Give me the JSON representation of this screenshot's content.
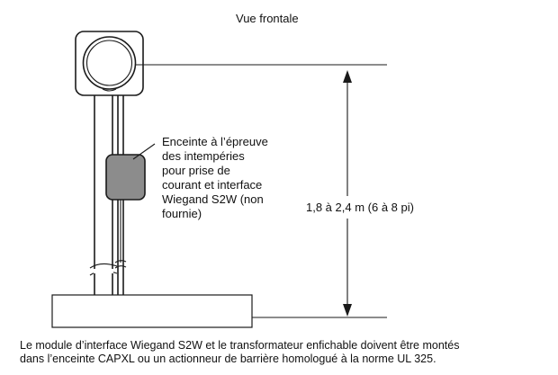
{
  "view_title": "Vue frontale",
  "enclosure_label": [
    "Enceinte à l’épreuve",
    "des intempéries",
    "pour prise de",
    "courant et interface",
    "Wiegand S2W (non",
    "fournie)"
  ],
  "height_label": "1,8 à 2,4 m (6 à 8 pi)",
  "caption": [
    "Le module d’interface Wiegand S2W et le transformateur enfichable doivent être montés",
    "dans l’enceinte CAPXL ou un actionneur de barrière homologué à la norme UL 325."
  ],
  "colors": {
    "enclosure_fill": "#8c8c8c",
    "line": "#1a1a1a"
  }
}
